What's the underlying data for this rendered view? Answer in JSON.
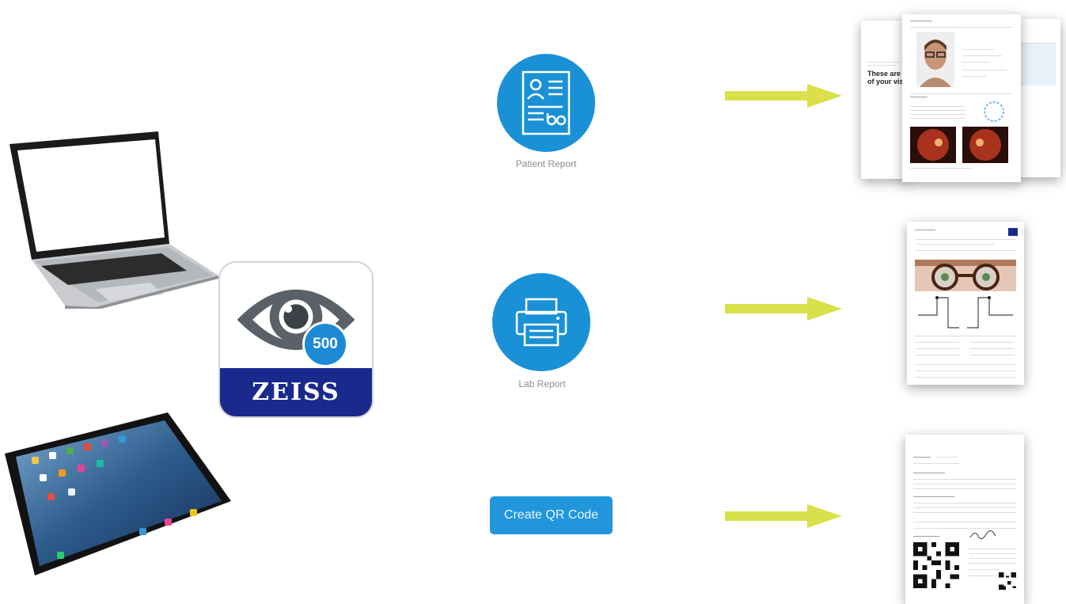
{
  "app_icon": {
    "badge": "500",
    "brand": "ZEISS"
  },
  "outputs": {
    "patient_report": {
      "label": "Patient Report",
      "icon": "patient-report-icon"
    },
    "lab_report": {
      "label": "Lab Report",
      "icon": "printer-icon"
    },
    "qr_code": {
      "label": "Create QR Code"
    }
  },
  "patient_doc": {
    "front_text": [
      "These are yo",
      "of your visit"
    ]
  },
  "colors": {
    "accent_blue": "#1a91d6",
    "zeiss_blue": "#1a2a8c",
    "arrow_yellow": "#d9e04a"
  }
}
